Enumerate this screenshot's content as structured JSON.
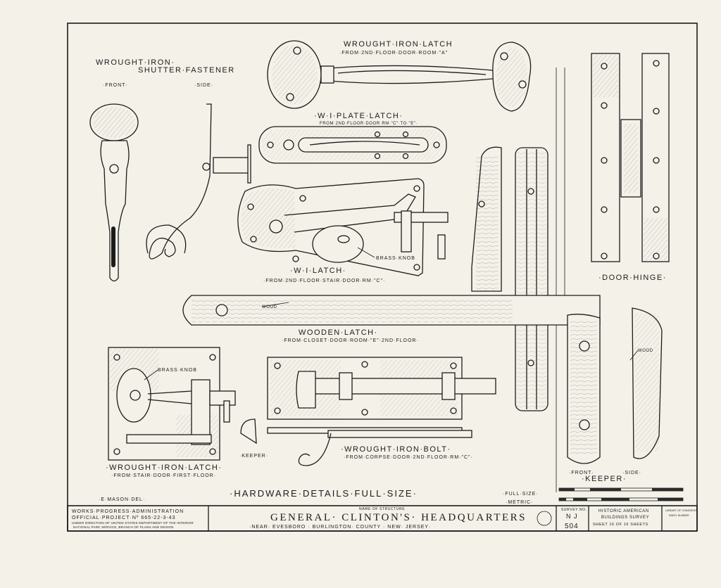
{
  "labels": {
    "shutter_title1": "WROUGHT·IRON·",
    "shutter_title2": "SHUTTER·FASTENER",
    "shutter_front": "·FRONT·",
    "shutter_side": "·SIDE·",
    "latch_a_title": "WROUGHT·IRON·LATCH",
    "latch_a_sub": "·FROM·2ND·FLOOR·DOOR·ROOM·\"A\"",
    "plate_title": "·W·I·PLATE·LATCH·",
    "plate_sub": "FROM·2ND·FLOOR·DOOR·RM·\"C\"·TO·\"E\"·",
    "wi_latch_title": "·W·I·LATCH·",
    "wi_latch_sub": "·FROM·2ND·FLOOR·STAIR·DOOR·RM·\"C\"·",
    "brass_knob_1": "BRASS·KNOB",
    "door_hinge": "·DOOR·HINGE·",
    "wood_1": "WOOD",
    "wooden_latch_title": "WOODEN·LATCH·",
    "wooden_latch_sub": "·FROM·CLOSET·DOOR·ROOM·\"E\"·2ND·FLOOR·",
    "brass_knob_2": "BRASS·KNOB",
    "wood_2": "WOOD",
    "keeper_small": "·KEEPER·",
    "bolt_title": "·WROUGHT·IRON·BOLT·",
    "bolt_sub": "·FROM·CORPSE·DOOR·2ND·FLOOR·RM·\"C\"·",
    "latch_stair_title": "·WROUGHT·IRON·LATCH·",
    "latch_stair_sub": "·FROM·STAIR·DOOR·FIRST·FLOOR·",
    "keeper_front": "·FRONT·",
    "keeper_side": "·SIDE·",
    "keeper_title": "·KEEPER·",
    "delineator": "·E·MASON·DEL·",
    "sheet_title": "·HARDWARE·DETAILS·FULL·SIZE·",
    "full_size": "·FULL·SIZE·",
    "metric": "·METRIC·"
  },
  "title_block": {
    "wpa_line1": "WORKS·PROGRESS·ADMINISTRATION",
    "wpa_line2": "OFFICIAL·PROJECT·Nº 665-22-3-43",
    "wpa_line3": "UNDER DIRECTION OF UNITED STATES DEPARTMENT OF THE INTERIOR",
    "wpa_line4": "NATIONAL PARK SERVICE, BRANCH OF PLANS AND DESIGN",
    "name_label": "NAME OF STRUCTURE",
    "structure": "GENERAL· CLINTON'S· HEADQUARTERS",
    "location": "·NEAR· EVESBORO · BURLINGTON· COUNTY · NEW· JERSEY·",
    "survey_label": "SURVEY NO.",
    "survey_state": "N J",
    "survey_no": "504",
    "habs_line1": "HISTORIC AMERICAN",
    "habs_line2": "BUILDINGS SURVEY",
    "sheet_text": "SHEET 16 OF 16 SHEETS",
    "library_line1": "LIBRARY OF CONGRESS",
    "library_line2": "INDEX NUMBER"
  }
}
